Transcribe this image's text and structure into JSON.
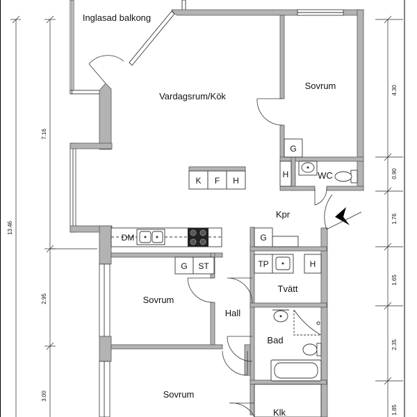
{
  "plan": {
    "rooms": {
      "balcony": "Inglasad balkong",
      "living": "Vardagsrum/Kök",
      "bedroom_top": "Sovrum",
      "bedroom_mid": "Sovrum",
      "bedroom_bottom": "Sovrum",
      "wc": "WC",
      "kpr": "Kpr",
      "tvatt": "Tvätt",
      "hall": "Hall",
      "bad": "Bad",
      "klk": "Klk"
    },
    "fixtures": {
      "g_top": "G",
      "h_wc": "H",
      "k": "K",
      "f": "F",
      "h_island": "H",
      "dm": "DM",
      "g_kpr": "G",
      "g_bed": "G",
      "st": "ST",
      "tp": "TP",
      "h_tvatt": "H"
    },
    "dimensions": {
      "left_total": "13.46",
      "left_upper": "7.16",
      "left_mid": "2.95",
      "left_lower": "3.00",
      "right_1": "4.30",
      "right_2": "0.90",
      "right_3": "1.76",
      "right_4": "1.65",
      "right_5": "2.35",
      "right_6": "1.85"
    }
  }
}
